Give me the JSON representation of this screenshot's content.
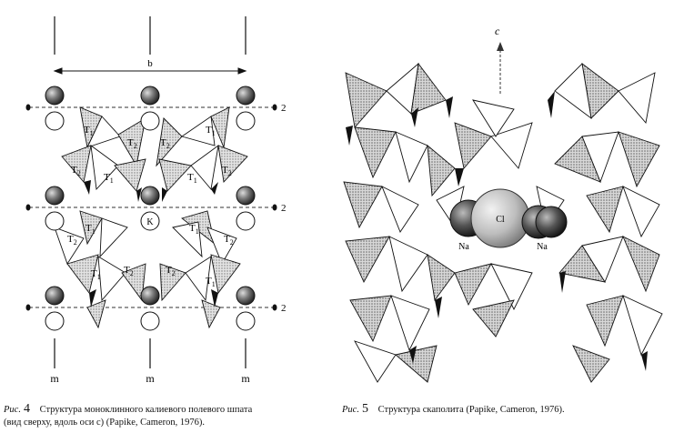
{
  "figure4": {
    "caption_prefix": "Рис.",
    "caption_number": "4",
    "caption_line1": "Структура моноклинного калиевого полевого шпата",
    "caption_line2": "(вид сверху, вдоль оси c) (Papike, Cameron, 1976).",
    "b_label": "b",
    "two_fold_label": "2",
    "mirror_label": "m",
    "site_T1": "T",
    "site_T2": "T",
    "sub1": "1",
    "sub2": "2",
    "k_label": "K"
  },
  "figure5": {
    "caption_prefix": "Рис.",
    "caption_number": "5",
    "caption_text": "Структура скаполита (Papike, Cameron, 1976).",
    "c_label": "c",
    "cl_label": "Cl",
    "na_left": "Na",
    "na_right": "Na"
  }
}
